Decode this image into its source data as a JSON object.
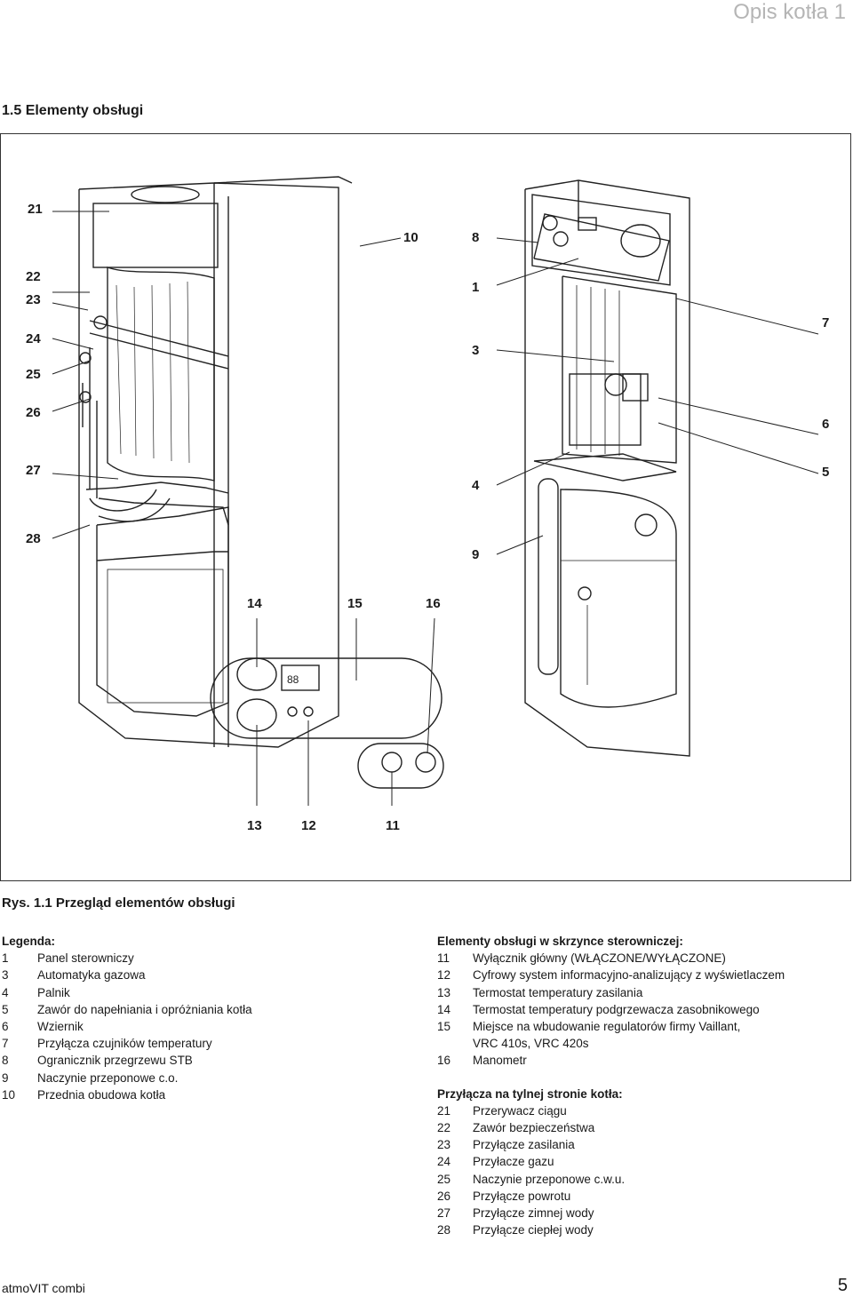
{
  "header": {
    "title": "Opis kotła 1"
  },
  "section_title": "1.5 Elementy obsługi",
  "figure": {
    "callouts_left": [
      "21",
      "22",
      "23",
      "24",
      "25",
      "26",
      "27",
      "28"
    ],
    "callout_10": "10",
    "callouts_center": [
      "8",
      "1",
      "3",
      "4",
      "9"
    ],
    "callouts_right": [
      "7",
      "6",
      "5"
    ],
    "callouts_panel_top": [
      "14",
      "15",
      "16"
    ],
    "callouts_panel_bottom": [
      "13",
      "12",
      "11"
    ],
    "display_text": "88",
    "caption": "Rys. 1.1 Przegląd elementów obsługi"
  },
  "legend": {
    "title": "Legenda:",
    "items": [
      {
        "num": "1",
        "text": "Panel sterowniczy"
      },
      {
        "num": "3",
        "text": "Automatyka gazowa"
      },
      {
        "num": "4",
        "text": "Palnik"
      },
      {
        "num": "5",
        "text": "Zawór do napełniania i opróżniania kotła"
      },
      {
        "num": "6",
        "text": "Wziernik"
      },
      {
        "num": "7",
        "text": "Przyłącza czujników temperatury"
      },
      {
        "num": "8",
        "text": "Ogranicznik przegrzewu STB"
      },
      {
        "num": "9",
        "text": "Naczynie przeponowe c.o."
      },
      {
        "num": "10",
        "text": "Przednia obudowa kotła"
      }
    ]
  },
  "controls": {
    "title": "Elementy obsługi w skrzynce sterowniczej:",
    "items": [
      {
        "num": "11",
        "text": "Wyłącznik główny (WŁĄCZONE/WYŁĄCZONE)"
      },
      {
        "num": "12",
        "text": "Cyfrowy system informacyjno-analizujący z wyświetlaczem"
      },
      {
        "num": "13",
        "text": "Termostat temperatury zasilania"
      },
      {
        "num": "14",
        "text": "Termostat temperatury podgrzewacza zasobnikowego"
      },
      {
        "num": "15",
        "text": "Miejsce na wbudowanie regulatorów firmy Vaillant,"
      },
      {
        "num": "",
        "text": "VRC 410s, VRC 420s"
      },
      {
        "num": "16",
        "text": "Manometr"
      }
    ]
  },
  "rear": {
    "title": "Przyłącza na tylnej stronie kotła:",
    "items": [
      {
        "num": "21",
        "text": "Przerywacz ciągu"
      },
      {
        "num": "22",
        "text": "Zawór bezpieczeństwa"
      },
      {
        "num": "23",
        "text": "Przyłącze zasilania"
      },
      {
        "num": "24",
        "text": "Przyłacze gazu"
      },
      {
        "num": "25",
        "text": "Naczynie przeponowe c.w.u."
      },
      {
        "num": "26",
        "text": "Przyłącze powrotu"
      },
      {
        "num": "27",
        "text": "Przyłącze zimnej wody"
      },
      {
        "num": "28",
        "text": "Przyłącze ciepłej wody"
      }
    ]
  },
  "footer": {
    "product": "atmoVIT combi",
    "page": "5"
  }
}
